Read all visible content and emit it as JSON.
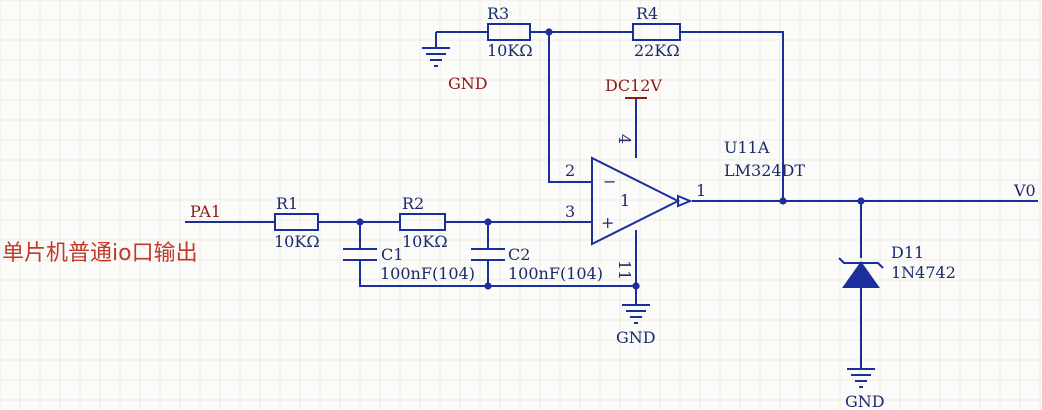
{
  "grid_color": "#ecebe4",
  "wire_color": "#1a2f9c",
  "power_color": "#8b1a1a",
  "note_color": "#c0392b",
  "components": {
    "r1": {
      "ref": "R1",
      "value": "10KΩ"
    },
    "r2": {
      "ref": "R2",
      "value": "10KΩ"
    },
    "r3": {
      "ref": "R3",
      "value": "10KΩ"
    },
    "r4": {
      "ref": "R4",
      "value": "22KΩ"
    },
    "c1": {
      "ref": "C1",
      "value": "100nF(104)"
    },
    "c2": {
      "ref": "C2",
      "value": "100nF(104)"
    },
    "u11a": {
      "ref": "U11A",
      "part": "LM324DT",
      "unit": "1",
      "pin_inv": "2",
      "pin_noninv": "3",
      "pin_out": "1",
      "pin_vcc": "4",
      "pin_gnd": "11",
      "sign_minus": "−",
      "sign_plus": "+"
    },
    "d11": {
      "ref": "D11",
      "part": "1N4742"
    }
  },
  "nets": {
    "input": "PA1",
    "output": "V0",
    "supply": "DC12V",
    "gnd": "GND"
  },
  "annotation": "单片机普通io口输出"
}
